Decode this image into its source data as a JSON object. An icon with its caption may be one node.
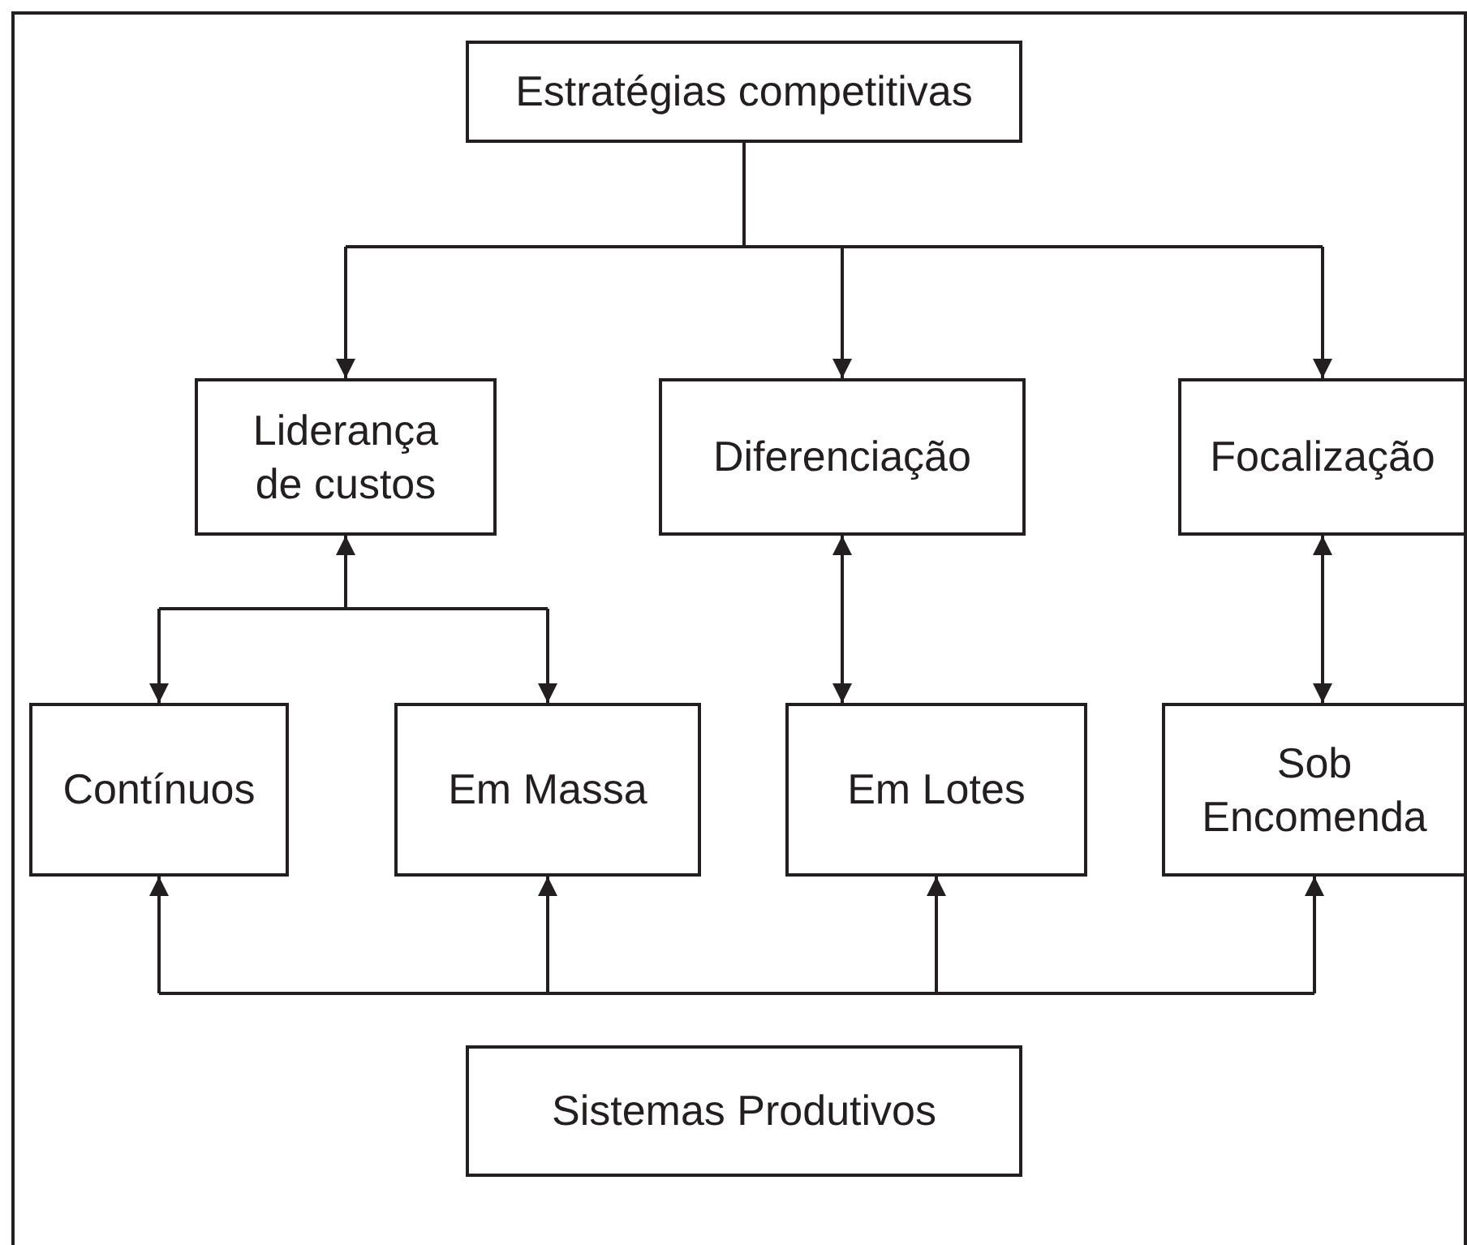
{
  "diagram": {
    "nodes": [
      {
        "text": [
          "Estratégias competitivas"
        ]
      },
      {
        "text": [
          "Liderança de custos"
        ]
      },
      {
        "text": [
          "Diferenciação"
        ]
      },
      {
        "text": [
          "Focalização"
        ]
      },
      {
        "text": [
          "Contínuos"
        ]
      },
      {
        "text": [
          "Em Massa"
        ]
      },
      {
        "text": [
          "Em Lotes"
        ]
      },
      {
        "text": [
          "Sob Encomenda"
        ]
      },
      {
        "text": [
          "Sistemas Produtivos"
        ]
      }
    ],
    "edges": [
      {
        "from": 0,
        "to": 1,
        "arrow": "to"
      },
      {
        "from": 0,
        "to": 2,
        "arrow": "to"
      },
      {
        "from": 0,
        "to": 3,
        "arrow": "to"
      },
      {
        "from": 1,
        "to": 4,
        "arrow": "both"
      },
      {
        "from": 1,
        "to": 5,
        "arrow": "both"
      },
      {
        "from": 2,
        "to": 6,
        "arrow": "both"
      },
      {
        "from": 3,
        "to": 7,
        "arrow": "both"
      },
      {
        "from": null,
        "to": 4,
        "arrow": "to"
      },
      {
        "from": null,
        "to": 5,
        "arrow": "to"
      },
      {
        "from": null,
        "to": 6,
        "arrow": "to"
      },
      {
        "from": null,
        "to": 7,
        "arrow": "to"
      }
    ]
  }
}
